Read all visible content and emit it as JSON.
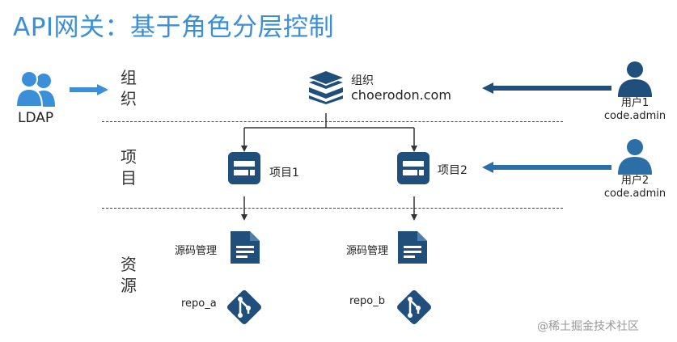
{
  "title": "API网关：基于角色分层控制",
  "ldap": {
    "label": "LDAP",
    "icon": "users-icon"
  },
  "layers": {
    "org": [
      "组",
      "织"
    ],
    "project": [
      "项",
      "目"
    ],
    "resource": [
      "资",
      "源"
    ]
  },
  "org": {
    "label": "组织",
    "domain": "choerodon.com",
    "icon": "layers-icon"
  },
  "projects": [
    {
      "label": "项目1",
      "icon": "project-icon"
    },
    {
      "label": "项目2",
      "icon": "project-icon"
    }
  ],
  "resources": [
    {
      "doc_label": "源码管理",
      "repo_label": "repo_a"
    },
    {
      "doc_label": "源码管理",
      "repo_label": "repo_b"
    }
  ],
  "users": [
    {
      "name": "用户1",
      "account": "code.admin"
    },
    {
      "name": "用户2",
      "account": "code.admin"
    }
  ],
  "watermark": "@稀土掘金技术社区",
  "colors": {
    "title": "#3a8fd8",
    "dark": "#1f4f7a",
    "mid": "#2c6ea6",
    "light": "#3a8fd8"
  }
}
